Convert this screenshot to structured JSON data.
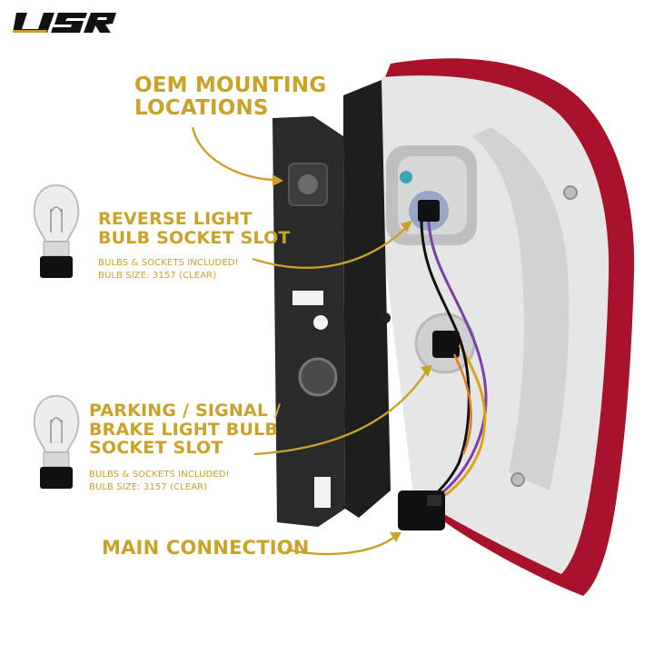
{
  "brand": {
    "logo_text": "USR"
  },
  "labels": {
    "oem": {
      "line1": "OEM MOUNTING",
      "line2": "LOCATIONS"
    },
    "reverse": {
      "line1": "REVERSE LIGHT",
      "line2": "BULB SOCKET SLOT",
      "note1": "BULBS & SOCKETS INCLUDED!",
      "note2": "BULB SIZE: 3157 (CLEAR)"
    },
    "parking": {
      "line1": "PARKING / SIGNAL /",
      "line2": "BRAKE LIGHT BULB",
      "line3": "SOCKET SLOT",
      "note1": "BULBS & SOCKETS INCLUDED!",
      "note2": "BULB SIZE: 3157 (CLEAR)"
    },
    "main": {
      "line1": "MAIN CONNECTION"
    }
  },
  "colors": {
    "accent": "#C9A227",
    "lens_red": "#B0142A",
    "housing": "#2B2B2B",
    "reflector": "#E4E4E4"
  }
}
